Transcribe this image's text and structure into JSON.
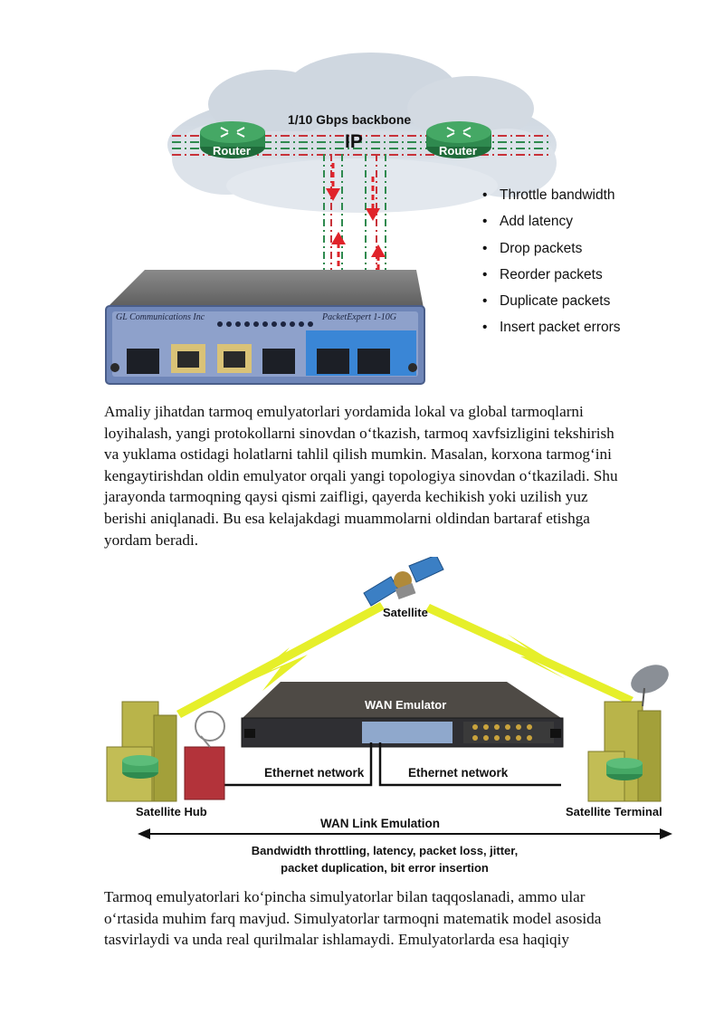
{
  "figure1": {
    "backbone_label": "1/10 Gbps backbone",
    "ip_label": "IP",
    "router_left": "Router",
    "router_right": "Router",
    "device_brand": "GL Communications Inc",
    "device_model": "PacketExpert 1-10G",
    "bullets": [
      "Throttle bandwidth",
      "Add latency",
      "Drop packets",
      "Reorder packets",
      "Duplicate packets",
      "Insert packet errors"
    ]
  },
  "paragraph1": [
    "Amaliy jihatdan tarmoq emulyatorlari yordamida lokal va global tarmoqlarni",
    "loyihalash, yangi protokollarni sinovdan o‘tkazish, tarmoq xavfsizligini tekshirish",
    "va yuklama ostidagi holatlarni tahlil qilish mumkin. Masalan, korxona tarmog‘ini",
    "kengaytirishdan oldin emulyator orqali yangi topologiya sinovdan o‘tkaziladi. Shu",
    "jarayonda tarmoqning qaysi qismi zaifligi, qayerda kechikish yoki uzilish yuz",
    "berishi aniqlanadi. Bu esa kelajakdagi muammolarni oldindan bartaraf etishga",
    "yordam beradi."
  ],
  "figure2": {
    "satellite": "Satellite",
    "wan_emulator": "WAN Emulator",
    "ethernet_left": "Ethernet network",
    "ethernet_right": "Ethernet network",
    "satellite_hub": "Satellite Hub",
    "satellite_terminal": "Satellite Terminal",
    "wan_link": "WAN Link Emulation",
    "caption_line1": "Bandwidth throttling, latency, packet loss, jitter,",
    "caption_line2": "packet duplication, bit error insertion"
  },
  "paragraph2": [
    "Tarmoq emulyatorlari ko‘pincha simulyatorlar bilan taqqoslanadi, ammo ular",
    "o‘rtasida muhim farq mavjud. Simulyatorlar tarmoqni matematik model asosida",
    "tasvirlaydi va unda real qurilmalar ishlamaydi. Emulyatorlarda esa haqiqiy"
  ],
  "colors": {
    "router_green": "#2f8a4f",
    "arrow_red": "#e0232a",
    "link_yellow": "#e6ef2a",
    "building_olive": "#b9b44a",
    "device_blue": "#6f86b8"
  }
}
